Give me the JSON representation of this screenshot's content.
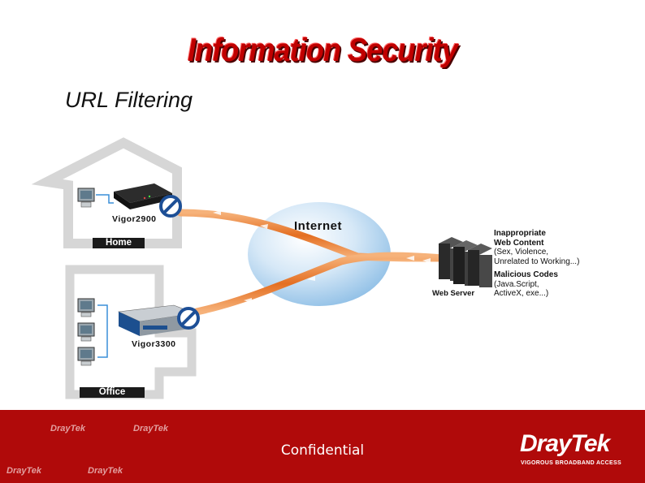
{
  "slide": {
    "title": "Information Security",
    "subtitle": "URL Filtering"
  },
  "diagram": {
    "home": {
      "router": "Vigor2900",
      "label": "Home"
    },
    "office": {
      "router": "Vigor3300",
      "label": "Office"
    },
    "internet": "Internet",
    "server": "Web Server",
    "inappropriate": {
      "heading1": "Inappropriate",
      "heading2": "Web Content",
      "line1": "(Sex, Violence,",
      "line2": "Unrelated to Working...)"
    },
    "malicious": {
      "heading": "Malicious Codes",
      "line1": "(Java.Script,",
      "line2": "ActiveX, exe...)"
    }
  },
  "footer": {
    "confidential": "Confidential",
    "brand": "DrayTek",
    "tagline": "VIGOROUS BROADBAND ACCESS",
    "watermark": "DrayTek"
  },
  "colors": {
    "title": "#c00000",
    "footer": "#b00a0a",
    "arrow": "#e8823a",
    "cloud": "#cfe4f5",
    "house": "#d9d9d9"
  }
}
